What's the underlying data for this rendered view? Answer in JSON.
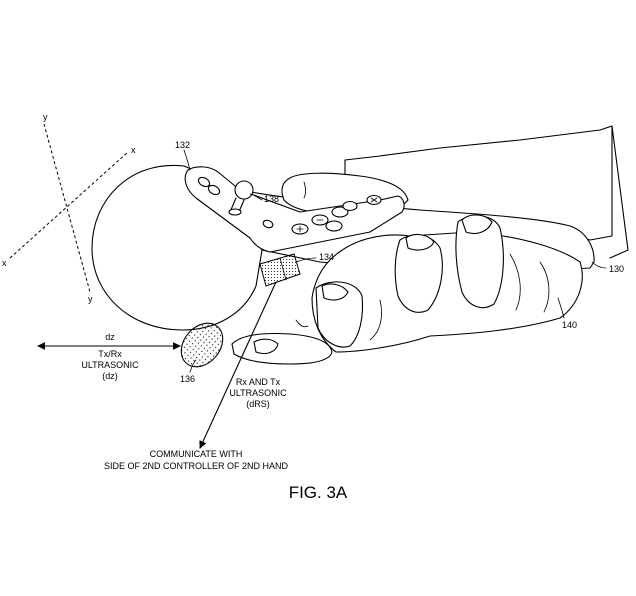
{
  "figure": {
    "caption": "FIG. 3A",
    "axes": {
      "x1": "x",
      "x2": "x",
      "y1": "y",
      "y2": "y"
    },
    "refs": {
      "r130": "130",
      "r132": "132",
      "r134": "134",
      "r136": "136",
      "r138": "138",
      "r140": "140"
    },
    "dz": {
      "label": "dz",
      "lines": [
        "Tx/Rx",
        "ULTRASONIC",
        "(dz)"
      ]
    },
    "drs": {
      "lines": [
        "Rx AND Tx",
        "ULTRASONIC",
        "(dRS)"
      ]
    },
    "communicate": {
      "lines": [
        "COMMUNICATE WITH",
        "SIDE OF 2ND CONTROLLER OF 2ND HAND"
      ]
    },
    "colors": {
      "ink": "#000000",
      "paper": "#ffffff"
    }
  }
}
